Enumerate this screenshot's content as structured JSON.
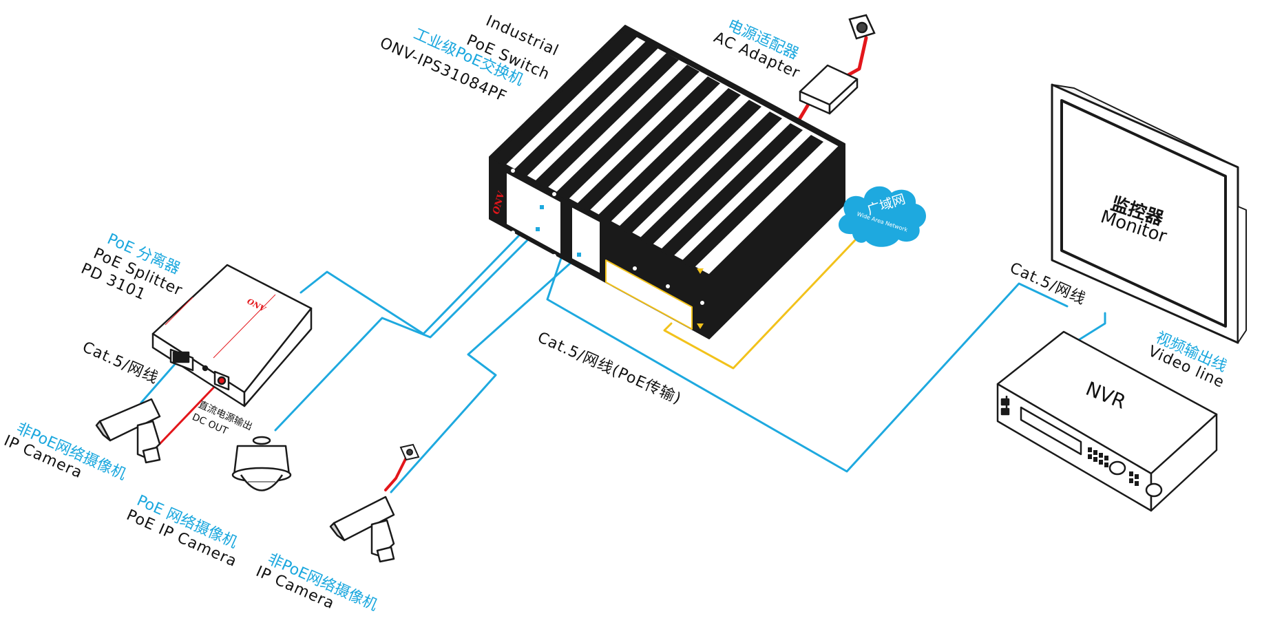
{
  "colors": {
    "blue_cable": "#1ea9df",
    "yellow_cable": "#f2c21b",
    "red_cable": "#e3161b",
    "cn_text": "#1aa7de",
    "device_black": "#1a1a1a"
  },
  "switch": {
    "cn": "工业级PoE交换机",
    "en_line1": "Industrial",
    "en_line2": "PoE Switch",
    "model": "ONV-IPS31084PF",
    "brand": "ONV"
  },
  "adapter": {
    "cn": "电源适配器",
    "en": "AC Adapter"
  },
  "wan": {
    "cn": "广域网",
    "en": "Wide Area Network"
  },
  "monitor": {
    "cn": "监控器",
    "en": "Monitor"
  },
  "nvr": {
    "label": "NVR"
  },
  "video_line": {
    "cn": "视频输出线",
    "en": "Video line"
  },
  "cable_right": {
    "label": "Cat.5/网线"
  },
  "cable_center": {
    "label": "Cat.5/网线(PoE传输)"
  },
  "cable_left": {
    "label": "Cat.5/网线"
  },
  "splitter": {
    "cn": "PoE 分离器",
    "en": "PoE Splitter",
    "model": "PD 3101",
    "brand": "ONV"
  },
  "dc_out": {
    "cn": "直流电源输出",
    "en": "DC OUT"
  },
  "camera_left": {
    "cn": "非PoE网络摄像机",
    "en": "IP Camera"
  },
  "camera_poe": {
    "cn": "PoE 网络摄像机",
    "en": "PoE IP Camera"
  },
  "camera_bottom": {
    "cn": "非PoE网络摄像机",
    "en": "IP Camera"
  }
}
